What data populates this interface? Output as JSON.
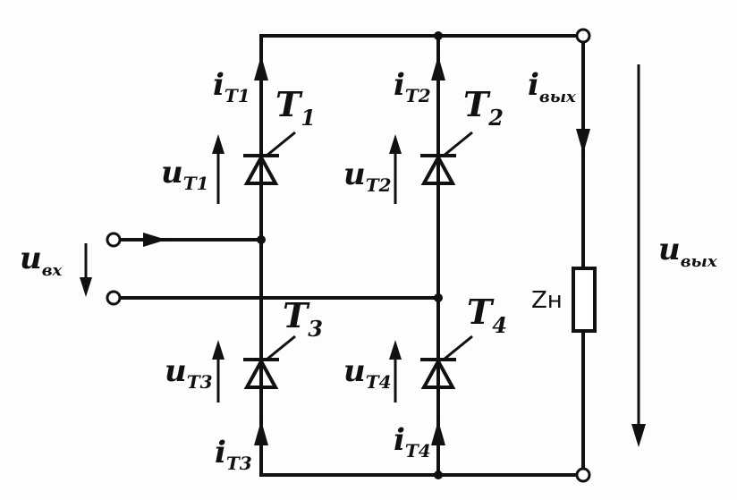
{
  "labels": {
    "i_t1": {
      "main": "i",
      "sub": "T1"
    },
    "i_t2": {
      "main": "i",
      "sub": "T2"
    },
    "i_t3": {
      "main": "i",
      "sub": "T3"
    },
    "i_t4": {
      "main": "i",
      "sub": "T4"
    },
    "u_t1": {
      "main": "u",
      "sub": "T1"
    },
    "u_t2": {
      "main": "u",
      "sub": "T2"
    },
    "u_t3": {
      "main": "u",
      "sub": "T3"
    },
    "u_t4": {
      "main": "u",
      "sub": "T4"
    },
    "t1": {
      "main": "T",
      "sub": "1"
    },
    "t2": {
      "main": "T",
      "sub": "2"
    },
    "t3": {
      "main": "T",
      "sub": "3"
    },
    "t4": {
      "main": "T",
      "sub": "4"
    },
    "u_in": {
      "main": "u",
      "sub": "вх"
    },
    "i_out": {
      "main": "i",
      "sub": "вых"
    },
    "u_out": {
      "main": "u",
      "sub": "вых"
    },
    "load": "Zн"
  }
}
